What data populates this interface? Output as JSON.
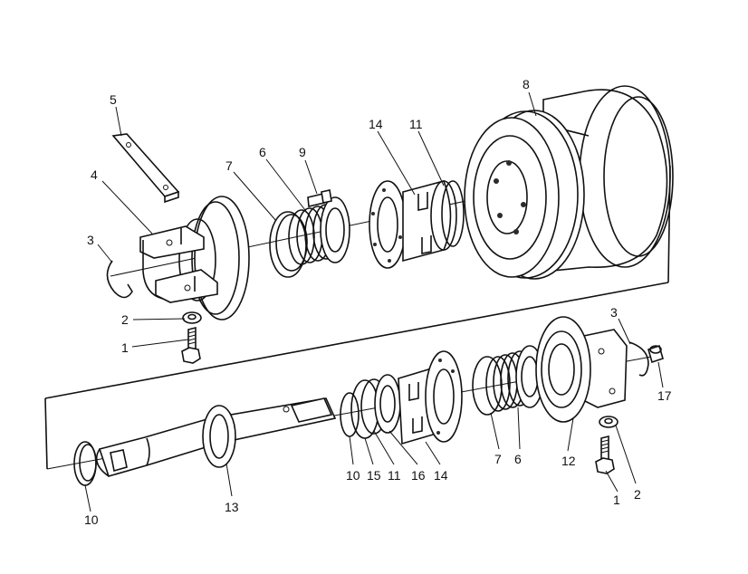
{
  "callouts": {
    "upper": [
      "5",
      "4",
      "3",
      "2",
      "1",
      "7",
      "6",
      "9",
      "14",
      "11",
      "8"
    ],
    "lower": [
      "3",
      "17",
      "2",
      "1",
      "12",
      "6",
      "7",
      "14",
      "16",
      "11",
      "15",
      "10",
      "13",
      "10"
    ]
  }
}
